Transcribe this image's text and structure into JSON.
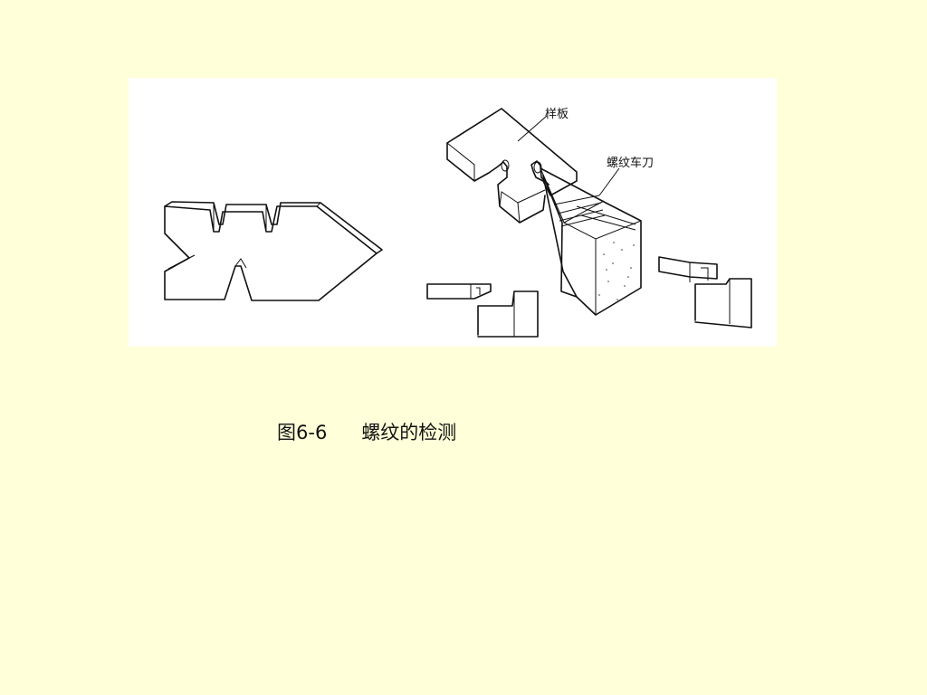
{
  "figure": {
    "label_template": "样板",
    "label_tool": "螺纹车刀"
  },
  "caption": {
    "number": "图6-6",
    "title": "螺纹的检测"
  }
}
